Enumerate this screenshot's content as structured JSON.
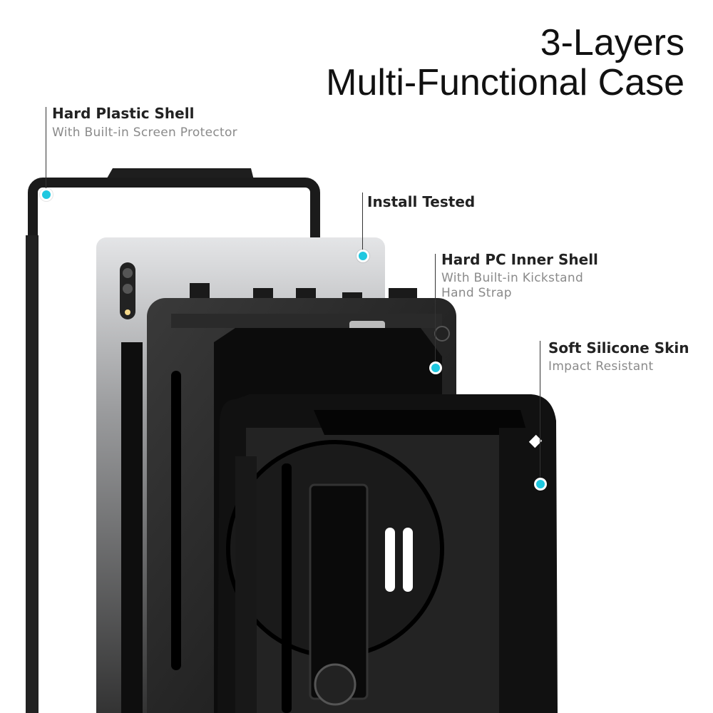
{
  "title": {
    "line1": "3-Layers",
    "line2": "Multi-Functional Case"
  },
  "callouts": [
    {
      "heading": "Hard Plastic Shell",
      "sub": [
        "With Built-in Screen Protector"
      ]
    },
    {
      "heading": "Install Tested",
      "sub": []
    },
    {
      "heading": "Hard PC Inner Shell",
      "sub": [
        "With Built-in Kickstand",
        "Hand Strap"
      ]
    },
    {
      "heading": "Soft Silicone Skin",
      "sub": [
        "Impact Resistant"
      ]
    }
  ],
  "colors": {
    "accent_dot": "#1fc8e0",
    "case": "#1a1a1a",
    "tablet": "#cfd0d2"
  }
}
